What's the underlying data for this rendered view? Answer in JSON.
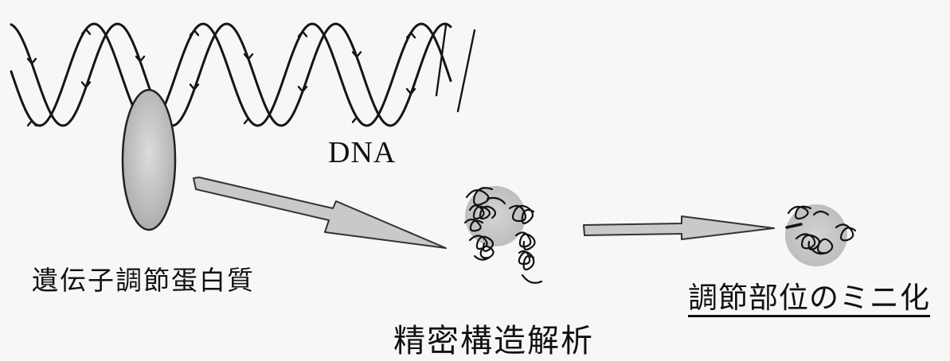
{
  "labels": {
    "dna": "DNA",
    "regulatory_protein": "遺伝子調節蛋白質",
    "structure_analysis": "精密構造解析",
    "miniaturization": "調節部位のミニ化"
  },
  "colors": {
    "background": "#f7f7f5",
    "ink": "#111111",
    "arrow_fill": "#c9c9c9",
    "protein_fill": "#c4c4c4",
    "halo": "#bdbdbd"
  },
  "icons": {
    "dna": "double-helix",
    "protein": "ellipse-blob",
    "structure": "coiled-helix-cluster",
    "mini_structure": "small-helix-cluster"
  }
}
